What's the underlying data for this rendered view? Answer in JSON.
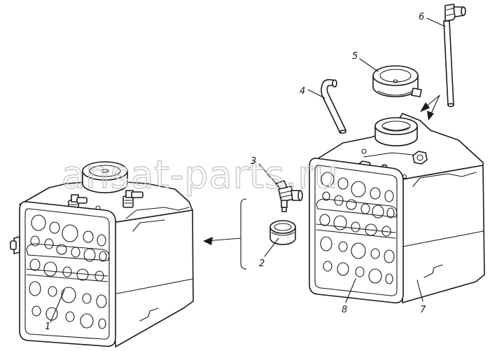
{
  "watermark": "ansat-parts.ru",
  "callouts": [
    {
      "id": "1",
      "label": "1"
    },
    {
      "id": "2",
      "label": "2"
    },
    {
      "id": "3",
      "label": "3"
    },
    {
      "id": "4",
      "label": "4"
    },
    {
      "id": "5",
      "label": "5"
    },
    {
      "id": "6",
      "label": "6"
    },
    {
      "id": "7",
      "label": "7"
    },
    {
      "id": "8",
      "label": "8"
    }
  ]
}
